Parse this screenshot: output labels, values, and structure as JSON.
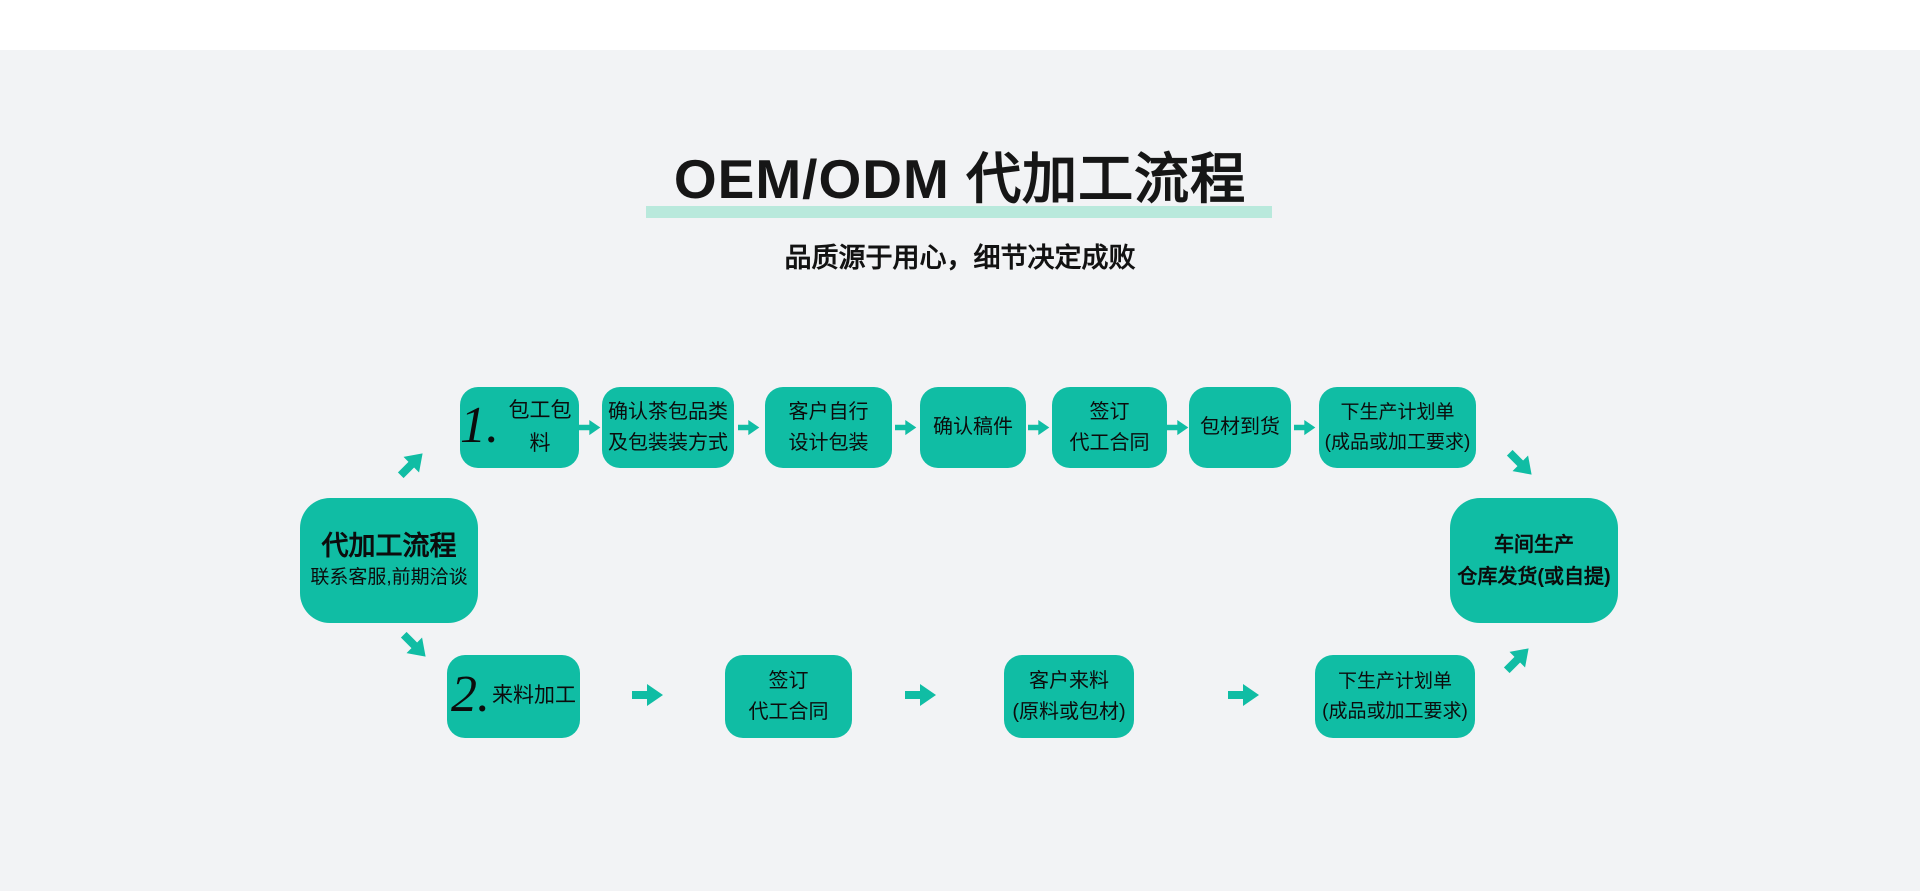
{
  "header": {
    "title": "OEM/ODM 代加工流程",
    "subtitle": "品质源于用心，细节决定成败"
  },
  "colors": {
    "accent": "#10bda4",
    "accent_light": "#b9e9dc",
    "background": "#f2f3f5",
    "topbar": "#ffffff",
    "text": "#121212"
  },
  "icons": {
    "flow_arrow": "block-arrow-right",
    "flow_arrow_up_right": "block-arrow-up-right",
    "flow_arrow_down_right": "block-arrow-down-right"
  },
  "flow": {
    "start_node": {
      "title": "代加工流程",
      "subtitle": "联系客服,前期洽谈"
    },
    "end_node": {
      "line1": "车间生产",
      "line2": "仓库发货(或自提)"
    },
    "branch1": {
      "steps": [
        {
          "num": "1.",
          "line1": "包工包料"
        },
        {
          "line1": "确认茶包品类",
          "line2": "及包装装方式"
        },
        {
          "line1": "客户自行",
          "line2": "设计包装"
        },
        {
          "line1": "确认稿件"
        },
        {
          "line1": "签订",
          "line2": "代工合同"
        },
        {
          "line1": "包材到货"
        },
        {
          "line1": "下生产计划单",
          "line2": "(成品或加工要求)"
        }
      ]
    },
    "branch2": {
      "steps": [
        {
          "num": "2.",
          "line1": "来料加工"
        },
        {
          "line1": "签订",
          "line2": "代工合同"
        },
        {
          "line1": "客户来料",
          "line2": "(原料或包材)"
        },
        {
          "line1": "下生产计划单",
          "line2": "(成品或加工要求)"
        }
      ]
    }
  }
}
